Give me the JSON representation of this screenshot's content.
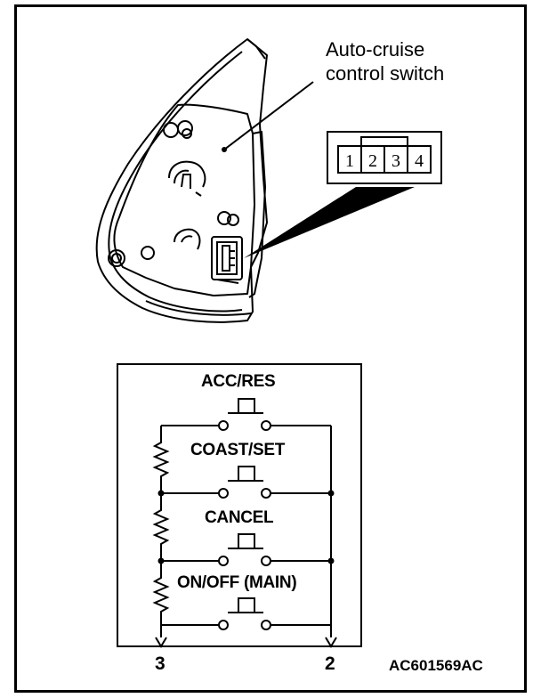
{
  "callout": {
    "line1": "Auto-cruise",
    "line2": "control switch"
  },
  "connector_pins": [
    "1",
    "2",
    "3",
    "4"
  ],
  "switches": [
    {
      "label": "ACC/RES"
    },
    {
      "label": "COAST/SET"
    },
    {
      "label": "CANCEL"
    },
    {
      "label": "ON/OFF (MAIN)"
    }
  ],
  "terminals": {
    "left": "3",
    "right": "2"
  },
  "figure_code": "AC601569AC"
}
